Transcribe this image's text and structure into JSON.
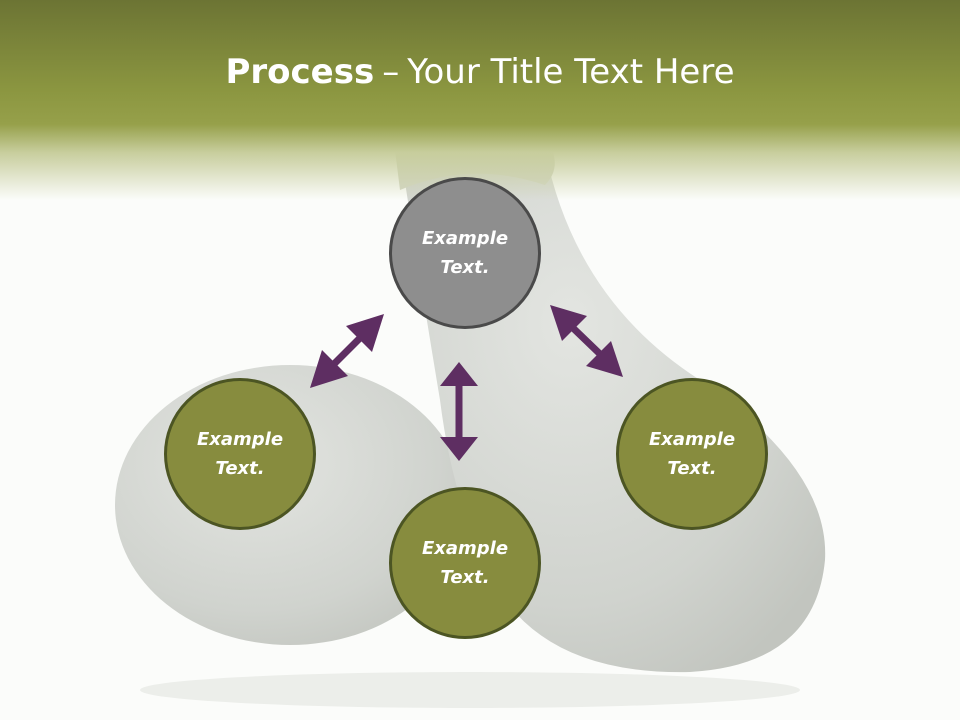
{
  "title": {
    "bold": "Process",
    "dash": "–",
    "rest": "Your Title Text Here"
  },
  "nodes": {
    "top": "Example Text.",
    "left": "Example Text.",
    "bottom": "Example Text.",
    "right": "Example Text."
  },
  "colors": {
    "header": "#8b9640",
    "node_fill": "#878c3e",
    "node_border": "#4c5523",
    "top_node_fill": "#8e8e8e",
    "arrow": "#5e2e62"
  }
}
